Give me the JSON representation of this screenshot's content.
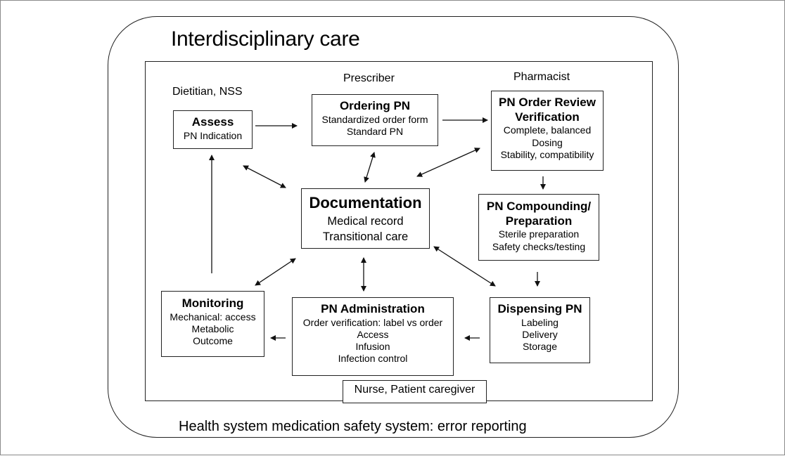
{
  "title": "Interdisciplinary care",
  "footer": "Health system medication safety system: error reporting",
  "roles": {
    "dietitian": "Dietitian, NSS",
    "prescriber": "Prescriber",
    "pharmacist": "Pharmacist",
    "nurse": "Nurse, Patient caregiver"
  },
  "boxes": {
    "assess": {
      "title": "Assess",
      "lines": [
        "PN Indication"
      ]
    },
    "ordering": {
      "title": "Ordering PN",
      "lines": [
        "Standardized order form",
        "Standard PN"
      ]
    },
    "review": {
      "title_lines": [
        "PN Order Review",
        "Verification"
      ],
      "lines": [
        "Complete, balanced",
        "Dosing",
        "Stability, compatibility"
      ]
    },
    "documentation": {
      "title": "Documentation",
      "lines": [
        "Medical record",
        "Transitional care"
      ]
    },
    "compounding": {
      "title_lines": [
        "PN Compounding/",
        "Preparation"
      ],
      "lines": [
        "Sterile preparation",
        "Safety checks/testing"
      ]
    },
    "monitoring": {
      "title": "Monitoring",
      "lines": [
        "Mechanical: access",
        "Metabolic",
        "Outcome"
      ]
    },
    "administration": {
      "title": "PN Administration",
      "lines": [
        "Order verification: label vs order",
        "Access",
        "Infusion",
        "Infection control"
      ]
    },
    "dispensing": {
      "title": "Dispensing PN",
      "lines": [
        "Labeling",
        "Delivery",
        "Storage"
      ]
    }
  }
}
